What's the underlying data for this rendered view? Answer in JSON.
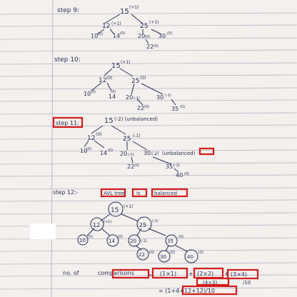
{
  "notes": {
    "step9": {
      "heading": "step 9:",
      "nodes": {
        "n15": "15",
        "n15_bal": "(+1)",
        "n12": "12",
        "n12_bal": "(+1)",
        "n25": "25",
        "n25_bal": "(+1)",
        "n10": "10",
        "n10_bal": "(0)",
        "n14": "14",
        "n14_bal": "(0)",
        "n20": "20",
        "n20_bal": "(0)",
        "n30": "30",
        "n30_bal": "(0)",
        "n22": "22",
        "n22_bal": "(0)"
      }
    },
    "step10": {
      "heading": "step 10:",
      "nodes": {
        "n15": "15",
        "n15_bal": "(+1)",
        "n12": "12",
        "n12_bal": "(0)",
        "n25": "25",
        "n25_bal": "(0)",
        "n10": "10",
        "n10_bal": "(0)",
        "n14": "14",
        "n14_bal": "(0)",
        "n20": "20",
        "n20_bal": "(-1)",
        "n30": "30",
        "n30_bal": "(-1)",
        "n22": "22",
        "n22_bal": "(0)",
        "n35": "35",
        "n35_bal": "(0)"
      }
    },
    "step11": {
      "heading": "step 11:",
      "root_note": "(-2) (unbalanced)",
      "nodes": {
        "n15": "15",
        "n12": "12",
        "n12_bal": "(0)",
        "n25": "25",
        "n25_bal": "(-1)",
        "n10": "10",
        "n10_bal": "(0)",
        "n14": "14",
        "n14_bal": "(0)",
        "n20": "20",
        "n20_bal": "(-1)",
        "n30": "30",
        "n30_bal": "(-2)",
        "n30_note": "(unbalanced)",
        "n22": "22",
        "n22_bal": "(0)",
        "n35": "35",
        "n35_bal": "(-1)",
        "n40": "40",
        "n40_bal": "(0)"
      }
    },
    "step12": {
      "heading": "step 12:-",
      "label_a": "AVL tree",
      "label_b": "is",
      "label_c": "balanced",
      "nodes": {
        "n15": "15",
        "n15_bal": "(+1)",
        "n12": "12",
        "n12_bal": "(+1)",
        "n25": "25",
        "n25_bal": "(-1)",
        "n10": "10",
        "n10_bal": "(0)",
        "n14": "14",
        "n14_bal": "(0)",
        "n20": "20",
        "n20_bal": "(-1)",
        "n35": "35",
        "n35_bal": "(0)",
        "n22": "22",
        "n22_bal": "(0)",
        "n30": "30",
        "n30_bal": "(0)",
        "n40": "40",
        "n40_bal": "(0)"
      }
    },
    "summary": {
      "prefix": "no. of",
      "word": "comparisons",
      "eq": "=",
      "t1": "(1×1)",
      "plus1": "+",
      "t2": "(2×2)",
      "plus2": "+",
      "t3": "(3×4)",
      "t3b": "(4×3)",
      "div": "/10",
      "line2": "= (1+4+12+12)/10"
    }
  },
  "colors": {
    "paper": "#f3f0ee",
    "ink": "#2a2f52",
    "highlight": "#d41c1c",
    "rule": "#b9b6c8"
  }
}
